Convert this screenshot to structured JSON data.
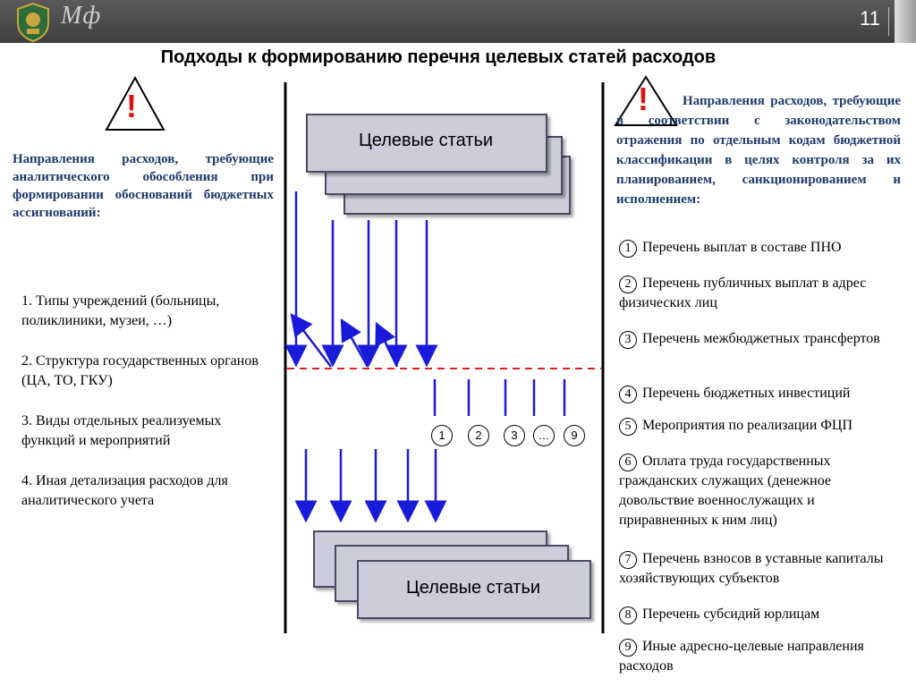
{
  "header": {
    "brand": "Мф",
    "page_number": "11"
  },
  "title": "Подходы к формированию перечня целевых статей расходов",
  "warning_mark": "!",
  "left": {
    "heading": "Направления расходов, требующие аналитического обособления при формировании обоснований бюджетных ассигнований:",
    "items": [
      "1. Типы учреждений (больницы, поликлиники, музеи, …)",
      "2. Структура государственных органов (ЦА, ТО, ГКУ)",
      "3. Виды отдельных реализуемых функций и мероприятий",
      "4. Иная детализация расходов для аналитического учета"
    ]
  },
  "center": {
    "top_box_label": "Целевые статьи",
    "bottom_box_label": "Целевые статьи",
    "numbers": [
      "1",
      "2",
      "3",
      "…",
      "9"
    ]
  },
  "right": {
    "heading": "Направления расходов, требующие в соответствии с законодательством отражения по отдельным кодам бюджетной классификации в целях контроля за их планированием, санкционированием и исполнением:",
    "items": [
      {
        "num": "1",
        "text": "Перечень выплат в составе ПНО"
      },
      {
        "num": "2",
        "text": "Перечень публичных выплат в адрес физических лиц"
      },
      {
        "num": "3",
        "text": "Перечень межбюджетных трансфертов"
      },
      {
        "num": "4",
        "text": "Перечень бюджетных инвестиций"
      },
      {
        "num": "5",
        "text": "Мероприятия по реализации ФЦП"
      },
      {
        "num": "6",
        "text": "Оплата труда государственных гражданских служащих (денежное довольствие военнослужащих и приравненных к ним лиц)"
      },
      {
        "num": "7",
        "text": "Перечень взносов в уставные капиталы хозяйствующих субъектов"
      },
      {
        "num": "8",
        "text": "Перечень субсидий юрлицам"
      },
      {
        "num": "9",
        "text": "Иные адресно-целевые направления расходов"
      }
    ]
  },
  "colors": {
    "arrow": "#1a1adb",
    "dashed_line": "#e02020",
    "warning_red": "#e01010",
    "box_fill": "#ccccda",
    "heading_text": "#1f3a6b"
  }
}
